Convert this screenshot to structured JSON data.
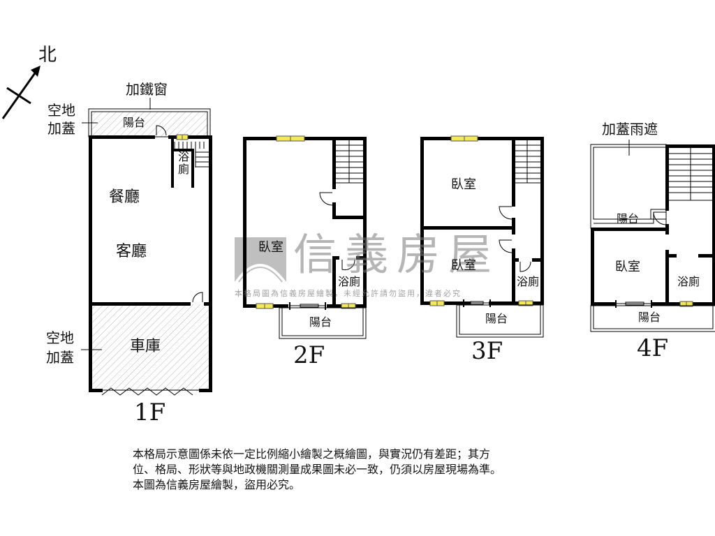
{
  "compass": {
    "label": "北",
    "direction": "north-east"
  },
  "watermark": {
    "brand": "信義房屋",
    "notice": "本格局圖為信義房屋繪製，未經允許請勿盜用，違者必究"
  },
  "floors": [
    {
      "id": "1F",
      "label": "1F",
      "rooms": [
        "陽台",
        "浴廁",
        "餐廳",
        "客廳",
        "車庫"
      ],
      "annotations": [
        "加鐵窗",
        "空地加蓋",
        "空地加蓋"
      ]
    },
    {
      "id": "2F",
      "label": "2F",
      "rooms": [
        "臥室",
        "浴廁",
        "陽台"
      ]
    },
    {
      "id": "3F",
      "label": "3F",
      "rooms": [
        "臥室",
        "臥室",
        "浴廁",
        "陽台"
      ]
    },
    {
      "id": "4F",
      "label": "4F",
      "rooms": [
        "陽台",
        "臥室",
        "浴廁",
        "陽台"
      ],
      "annotations": [
        "加蓋雨遮"
      ]
    }
  ],
  "labels": {
    "f1_iron_window": "加鐵窗",
    "f1_open_space_top_1": "空地",
    "f1_open_space_top_2": "加蓋",
    "f1_balcony": "陽台",
    "f1_bath": "浴廁",
    "f1_dining": "餐廳",
    "f1_living": "客廳",
    "f1_open_space_bottom_1": "空地",
    "f1_open_space_bottom_2": "加蓋",
    "f1_garage": "車庫",
    "f2_bedroom": "臥室",
    "f2_bath": "浴廁",
    "f2_balcony": "陽台",
    "f3_bedroom_1": "臥室",
    "f3_bedroom_2": "臥室",
    "f3_bath": "浴廁",
    "f3_balcony": "陽台",
    "f4_canopy": "加蓋雨遮",
    "f4_balcony_top": "陽台",
    "f4_bedroom": "臥室",
    "f4_bath": "浴廁",
    "f4_balcony_bottom": "陽台"
  },
  "disclaimer": {
    "line1": "本格局示意圖係未依一定比例縮小繪製之概繪圖，與實況仍有差距；其方",
    "line2": "位、格局、形狀等與地政機關測量成果圖未必一致，仍須以房屋現場為準。",
    "line3": "本圖為信義房屋繪製，盜用必究。"
  },
  "colors": {
    "wall": "#000000",
    "window": "#f2e85a",
    "hatch": "#b5b5b5",
    "watermark": "#8c8c8c"
  }
}
